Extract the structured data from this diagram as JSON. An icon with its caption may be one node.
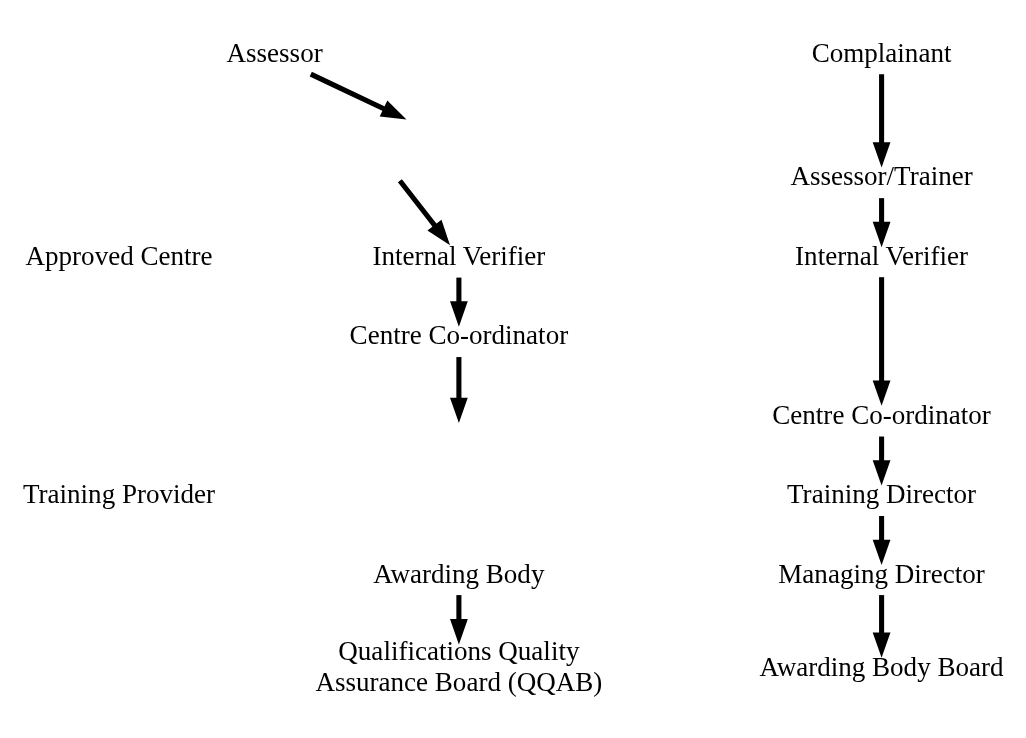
{
  "diagram": {
    "nodes": [
      {
        "text": [
          "Assessor"
        ]
      },
      {
        "text": [
          "Internal Verifier"
        ]
      },
      {
        "text": [
          "Centre Co-ordinator"
        ]
      },
      {
        "text": [
          "Awarding Body"
        ]
      },
      {
        "text": [
          "Qualifications Quality Assurance Board (QQAB)"
        ]
      },
      {
        "text": [
          "Complainant"
        ]
      },
      {
        "text": [
          "Assessor/Trainer"
        ]
      },
      {
        "text": [
          "Internal Verifier"
        ]
      },
      {
        "text": [
          "Centre Co-ordinator"
        ]
      },
      {
        "text": [
          "Training Director"
        ]
      },
      {
        "text": [
          "Managing Director"
        ]
      },
      {
        "text": [
          "Awarding Body Board"
        ]
      }
    ],
    "edges": [
      {
        "from": 0,
        "to": null,
        "arrow": "to"
      },
      {
        "from": null,
        "to": 1,
        "arrow": "to"
      },
      {
        "from": 1,
        "to": 2,
        "arrow": "to"
      },
      {
        "from": 2,
        "to": null,
        "arrow": "to"
      },
      {
        "from": 3,
        "to": 4,
        "arrow": "to"
      },
      {
        "from": 5,
        "to": 6,
        "arrow": "to"
      },
      {
        "from": 6,
        "to": 7,
        "arrow": "to"
      },
      {
        "from": 7,
        "to": 8,
        "arrow": "to"
      },
      {
        "from": 8,
        "to": 9,
        "arrow": "to"
      },
      {
        "from": 9,
        "to": 10,
        "arrow": "to"
      },
      {
        "from": 10,
        "to": 11,
        "arrow": "to"
      }
    ],
    "labels": [
      "Approved Centre",
      "Training Provider"
    ]
  }
}
